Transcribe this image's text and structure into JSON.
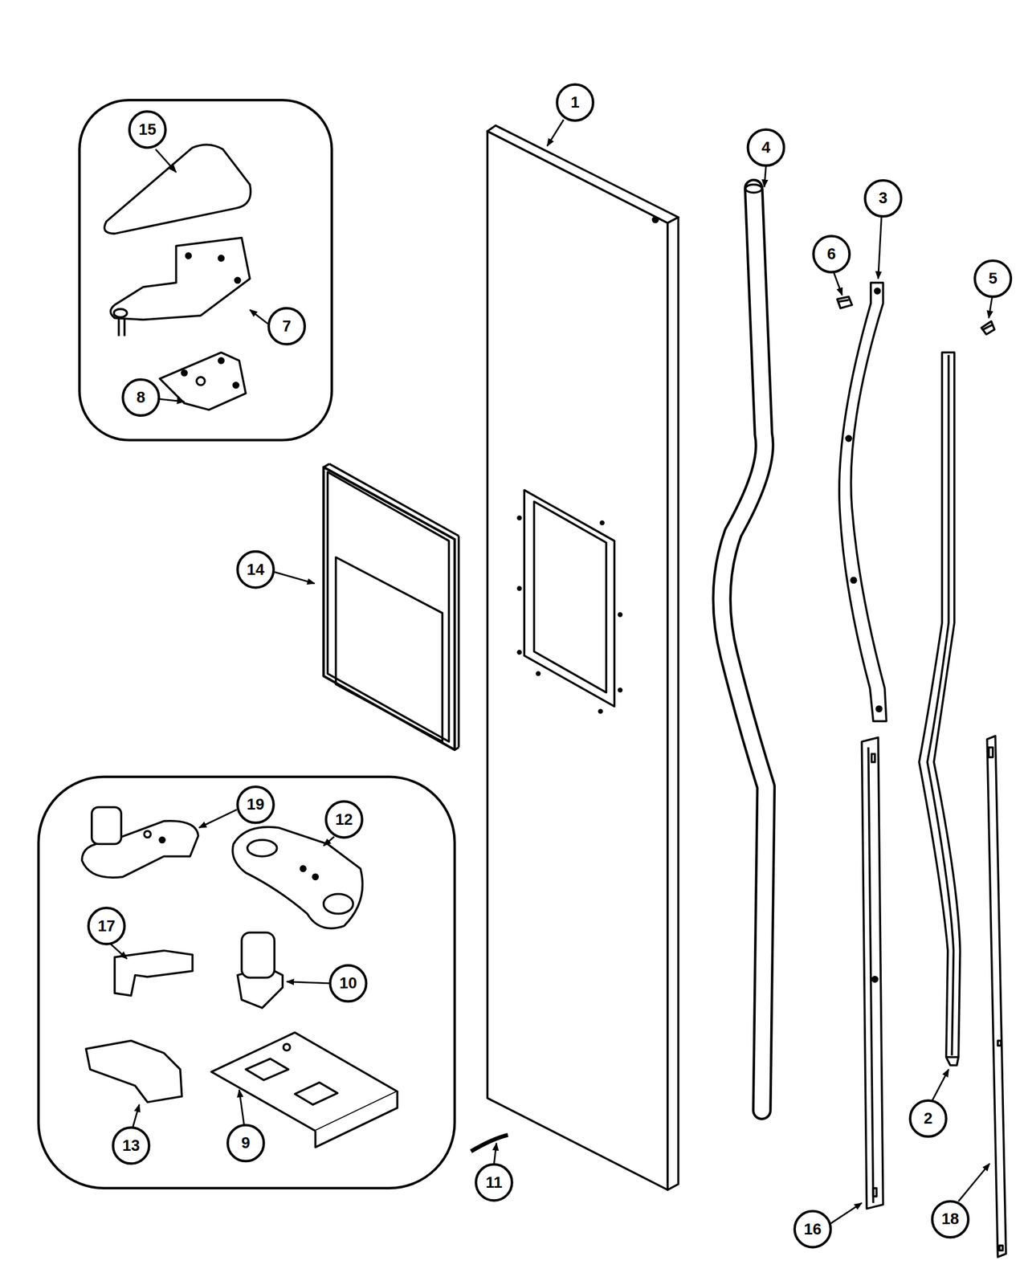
{
  "diagram": {
    "labels": [
      "1",
      "15",
      "4",
      "3",
      "6",
      "5",
      "7",
      "8",
      "14",
      "19",
      "12",
      "17",
      "10",
      "2",
      "13",
      "9",
      "11",
      "16",
      "18"
    ]
  }
}
